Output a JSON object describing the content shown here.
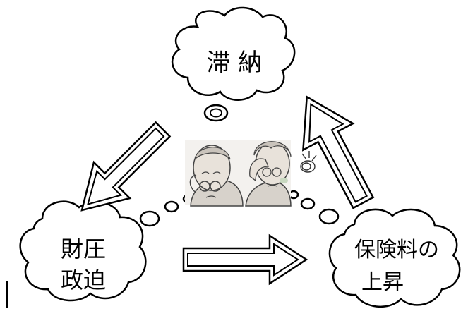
{
  "cycle": {
    "top_bubble": {
      "text": "滞 納"
    },
    "left_bubble": {
      "line1": "財圧",
      "line2": "政迫"
    },
    "right_bubble": {
      "line1": "保険料の",
      "line2": "上昇"
    }
  },
  "illustration": {
    "subject": "worried-elderly-couple"
  },
  "arrows": [
    {
      "from": "top_bubble",
      "to": "left_bubble",
      "style": "double-outline"
    },
    {
      "from": "left_bubble",
      "to": "right_bubble",
      "style": "double-outline"
    },
    {
      "from": "right_bubble",
      "to": "top_bubble",
      "style": "double-outline"
    }
  ],
  "colors": {
    "stroke": "#000000",
    "fill": "#ffffff",
    "skin": "#e8e2da",
    "hair": "#c9c3bb"
  }
}
